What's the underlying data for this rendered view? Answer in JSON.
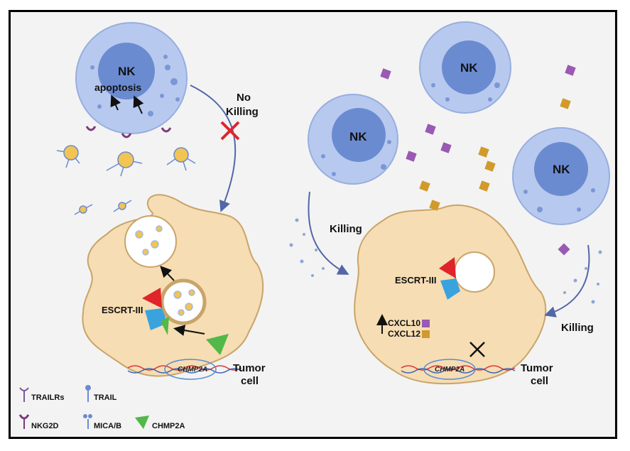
{
  "nk_label": "NK",
  "apoptosis": "apoptosis",
  "no_killing": [
    "No",
    "Killing"
  ],
  "killing": "Killing",
  "escrt": "ESCRT-III",
  "tumor_cell": [
    "Tumor",
    "cell"
  ],
  "gene": "CHMP2A",
  "chemokines": [
    "CXCL10",
    "CXCL12"
  ],
  "legend": {
    "trailrs": "TRAILRs",
    "trail": "TRAIL",
    "nkg2d": "NKG2D",
    "mica": "MICA/B",
    "chmp2a": "CHMP2A"
  },
  "colors": {
    "nk_outer": "#b8c9ef",
    "nk_nucleus": "#6b8bd1",
    "tumor": "#f6ddb3",
    "tumor_border": "#c9a46a",
    "escrt_red": "#e0242b",
    "escrt_blue": "#3aa3de",
    "chmp2a_green": "#52b848",
    "cxcl10": "#9a59b3",
    "cxcl12": "#d19a2b",
    "arrow": "#5167a8"
  }
}
